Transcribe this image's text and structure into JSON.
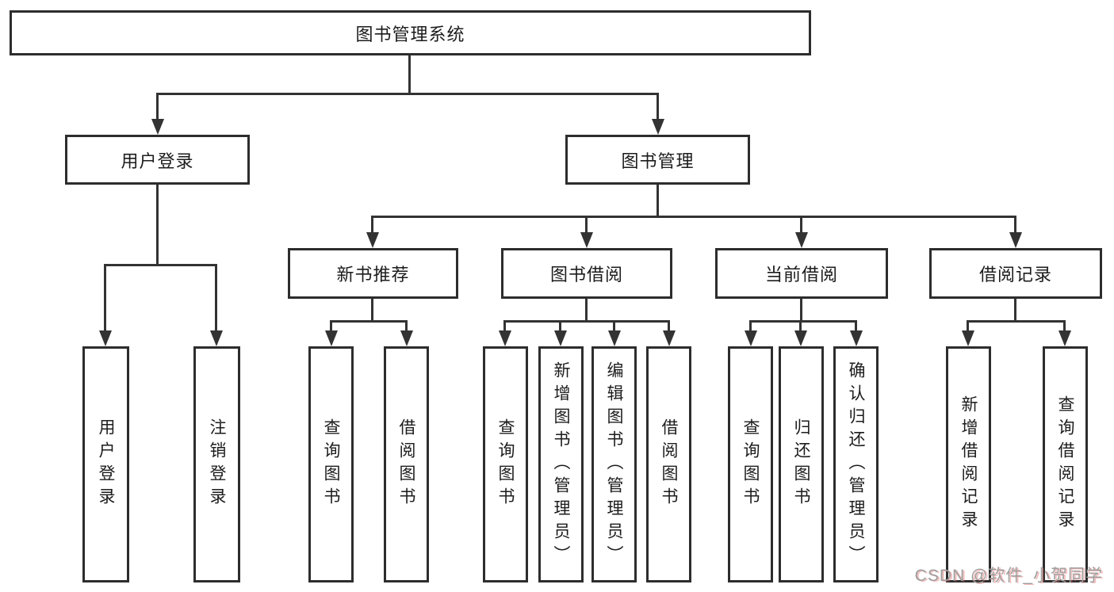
{
  "nodes": {
    "root": {
      "label": "图书管理系统"
    },
    "user_login": {
      "label": "用户登录"
    },
    "book_mgmt": {
      "label": "图书管理"
    },
    "new_book_rec": {
      "label": "新书推荐"
    },
    "book_borrow": {
      "label": "图书借阅"
    },
    "current_borrow": {
      "label": "当前借阅"
    },
    "borrow_record": {
      "label": "借阅记录"
    },
    "leaf_user_login": {
      "label": "用户登录"
    },
    "leaf_logout": {
      "label": "注销登录"
    },
    "leaf_nbr_query": {
      "label": "查询图书"
    },
    "leaf_nbr_borrow": {
      "label": "借阅图书"
    },
    "leaf_bb_query": {
      "label": "查询图书"
    },
    "leaf_bb_add": {
      "label": "新增图书（管理员）"
    },
    "leaf_bb_edit": {
      "label": "编辑图书（管理员）"
    },
    "leaf_bb_borrow": {
      "label": "借阅图书"
    },
    "leaf_cb_query": {
      "label": "查询图书"
    },
    "leaf_cb_return": {
      "label": "归还图书"
    },
    "leaf_cb_confirm": {
      "label": "确认归还（管理员）"
    },
    "leaf_br_add": {
      "label": "新增借阅记录"
    },
    "leaf_br_query": {
      "label": "查询借阅记录"
    }
  },
  "structure": {
    "root": [
      "user_login",
      "book_mgmt"
    ],
    "user_login": [
      "leaf_user_login",
      "leaf_logout"
    ],
    "book_mgmt": [
      "new_book_rec",
      "book_borrow",
      "current_borrow",
      "borrow_record"
    ],
    "new_book_rec": [
      "leaf_nbr_query",
      "leaf_nbr_borrow"
    ],
    "book_borrow": [
      "leaf_bb_query",
      "leaf_bb_add",
      "leaf_bb_edit",
      "leaf_bb_borrow"
    ],
    "current_borrow": [
      "leaf_cb_query",
      "leaf_cb_return",
      "leaf_cb_confirm"
    ],
    "borrow_record": [
      "leaf_br_add",
      "leaf_br_query"
    ]
  },
  "watermark": {
    "text": "CSDN @软件_小贺同学"
  },
  "colors": {
    "line": "#333333",
    "box_border": "#2d2d2d",
    "box_fill": "#ffffff",
    "text": "#1c1c1c",
    "background": "#ffffff",
    "watermark_text": "#9e9e9e",
    "watermark_fringe": "#e76b6b"
  }
}
